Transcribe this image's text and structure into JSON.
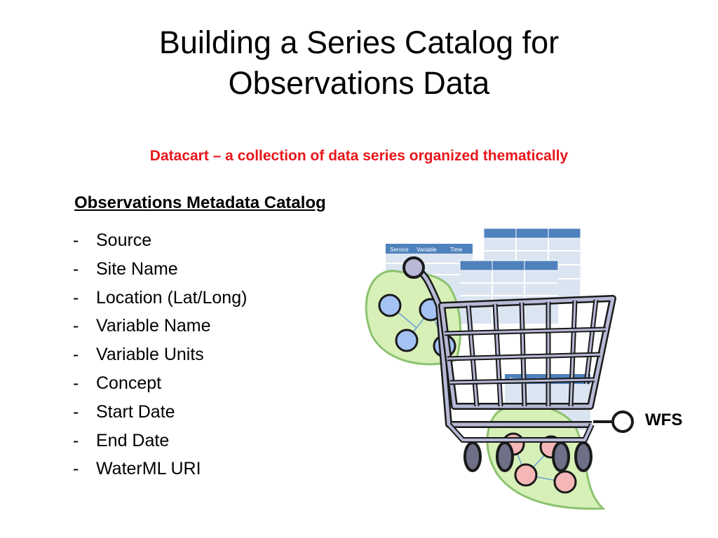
{
  "slide": {
    "title_line1": "Building a Series Catalog for",
    "title_line2": "Observations Data",
    "subtitle": "Datacart – a collection of data series organized thematically",
    "section_heading": "Observations Metadata Catalog",
    "bullet_marker": "-",
    "fields": [
      "Source",
      "Site Name",
      "Location (Lat/Long)",
      "Variable Name",
      "Variable Units",
      "Concept",
      "Start Date",
      "End Date",
      "WaterML URI"
    ],
    "illustration": {
      "table_headers": [
        "Service",
        "Variable",
        "Time"
      ],
      "connector_label": "WFS"
    }
  },
  "colors": {
    "subtitle": "#e8161b",
    "table_header": "#4f81bd",
    "table_cell": "#dbe5f1",
    "leaf_fill": "#d7f0b8",
    "leaf_stroke": "#8dc26f",
    "blue_node": "#a4c2f4",
    "red_node": "#f4b6b6",
    "cart_stroke": "#1a1a1a",
    "cart_fill": "#b7b9d6"
  }
}
